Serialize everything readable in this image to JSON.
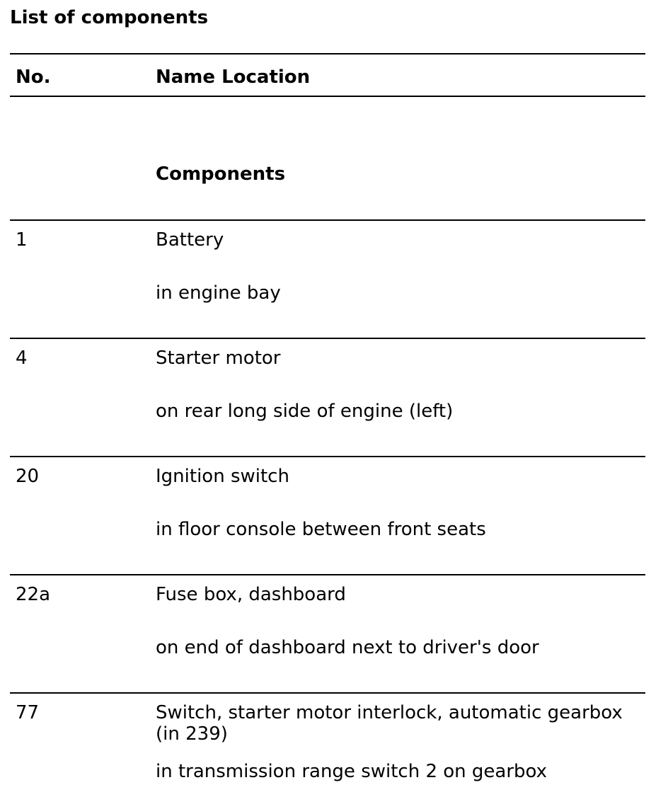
{
  "title": "List of components",
  "table": {
    "header": {
      "no": "No.",
      "name_location": "Name Location"
    },
    "section_heading": "Components",
    "rows": [
      {
        "no": "1",
        "name": "Battery",
        "location": "in engine bay"
      },
      {
        "no": "4",
        "name": "Starter motor",
        "location": "on rear long side of engine (left)"
      },
      {
        "no": "20",
        "name": "Ignition switch",
        "location": "in floor console between front seats"
      },
      {
        "no": "22a",
        "name": "Fuse box, dashboard",
        "location": "on end of dashboard next to driver's door"
      },
      {
        "no": "77",
        "name": "Switch, starter motor interlock, automatic gearbox (in 239)",
        "location": "in transmission range switch 2 on gearbox"
      }
    ]
  }
}
